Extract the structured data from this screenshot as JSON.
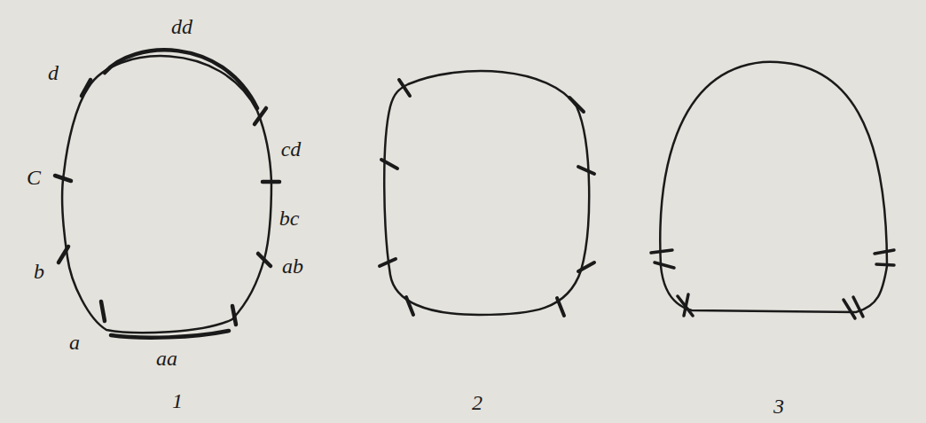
{
  "diagram": {
    "labels": [
      "dd",
      "d",
      "cd",
      "C",
      "bc",
      "b",
      "ab",
      "a",
      "aa",
      "1",
      "2",
      "3"
    ]
  }
}
